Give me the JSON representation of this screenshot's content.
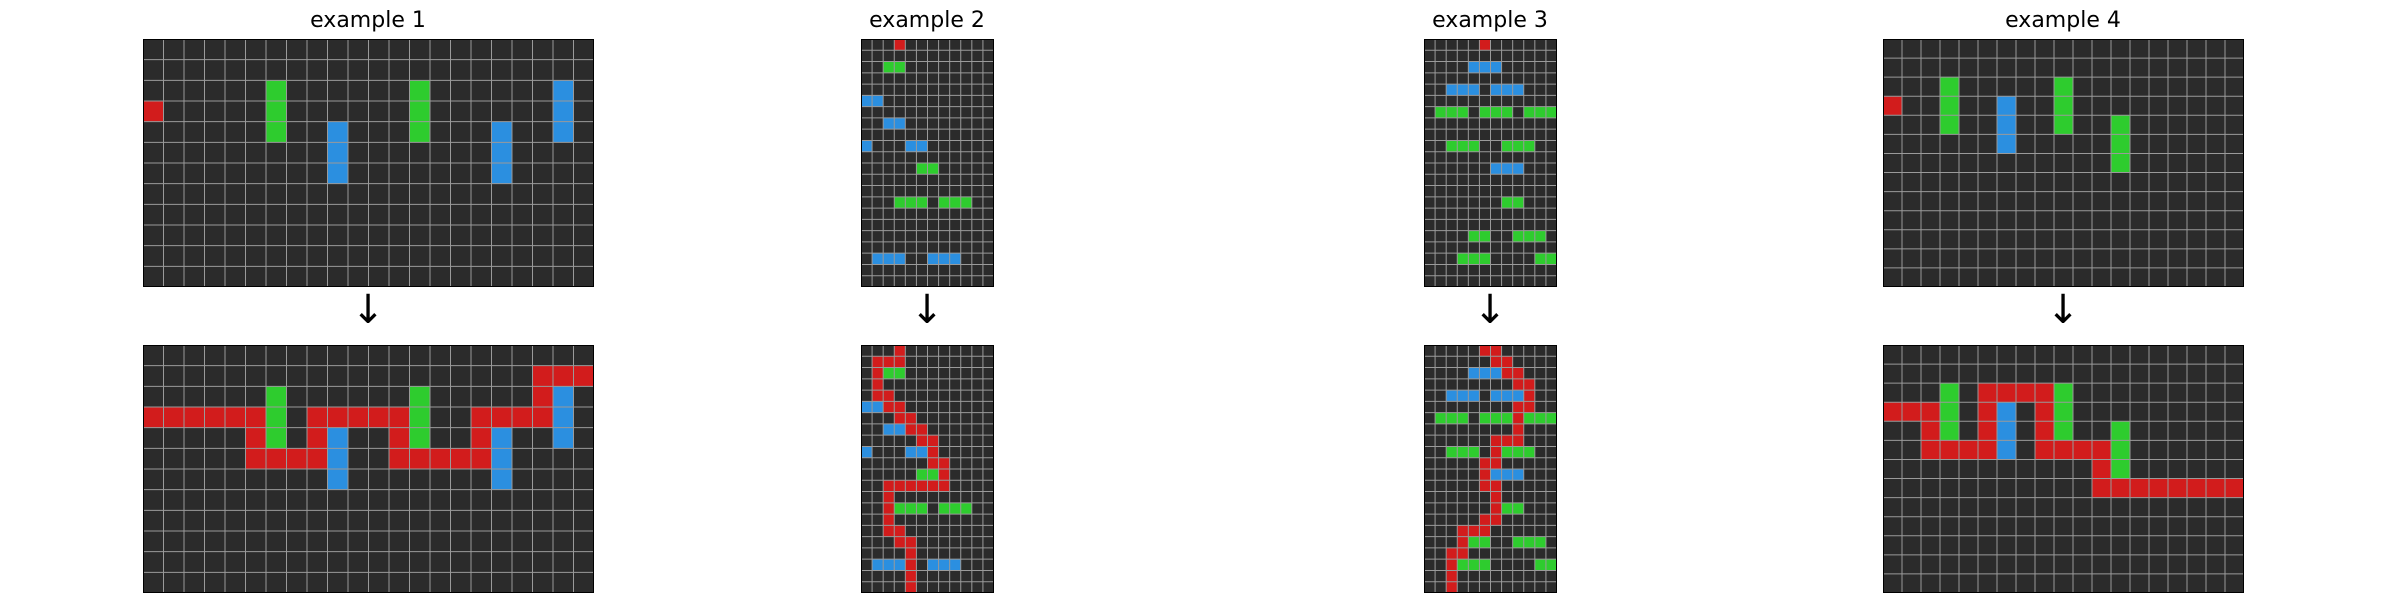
{
  "colors": {
    "background": "#2b2b2b",
    "grid_line": "#9a9a9a",
    "border": "#000000",
    "red": "#d21c1c",
    "green": "#2ecc2e",
    "blue": "#2b8fe0"
  },
  "arrow_glyph": "↓",
  "examples": [
    {
      "title": "example 1",
      "input": {
        "cols": 22,
        "rows": 12,
        "red": [
          [
            0,
            3
          ]
        ],
        "green": [
          [
            6,
            2
          ],
          [
            6,
            3
          ],
          [
            6,
            4
          ],
          [
            13,
            2
          ],
          [
            13,
            3
          ],
          [
            13,
            4
          ]
        ],
        "blue": [
          [
            9,
            4
          ],
          [
            9,
            5
          ],
          [
            9,
            6
          ],
          [
            17,
            4
          ],
          [
            17,
            5
          ],
          [
            17,
            6
          ],
          [
            20,
            2
          ],
          [
            20,
            3
          ],
          [
            20,
            4
          ]
        ]
      },
      "output": {
        "cols": 22,
        "rows": 12,
        "red": [
          [
            0,
            3
          ],
          [
            1,
            3
          ],
          [
            2,
            3
          ],
          [
            3,
            3
          ],
          [
            4,
            3
          ],
          [
            5,
            3
          ],
          [
            5,
            4
          ],
          [
            5,
            5
          ],
          [
            6,
            5
          ],
          [
            7,
            5
          ],
          [
            8,
            5
          ],
          [
            8,
            4
          ],
          [
            8,
            3
          ],
          [
            9,
            3
          ],
          [
            10,
            3
          ],
          [
            11,
            3
          ],
          [
            12,
            3
          ],
          [
            12,
            4
          ],
          [
            12,
            5
          ],
          [
            13,
            5
          ],
          [
            14,
            5
          ],
          [
            15,
            5
          ],
          [
            16,
            5
          ],
          [
            16,
            4
          ],
          [
            16,
            3
          ],
          [
            17,
            3
          ],
          [
            18,
            3
          ],
          [
            19,
            3
          ],
          [
            19,
            2
          ],
          [
            19,
            1
          ],
          [
            20,
            1
          ],
          [
            21,
            1
          ]
        ],
        "green": [
          [
            6,
            2
          ],
          [
            6,
            3
          ],
          [
            6,
            4
          ],
          [
            13,
            2
          ],
          [
            13,
            3
          ],
          [
            13,
            4
          ]
        ],
        "blue": [
          [
            9,
            4
          ],
          [
            9,
            5
          ],
          [
            9,
            6
          ],
          [
            17,
            4
          ],
          [
            17,
            5
          ],
          [
            17,
            6
          ],
          [
            20,
            2
          ],
          [
            20,
            3
          ],
          [
            20,
            4
          ]
        ]
      }
    },
    {
      "title": "example 2",
      "input": {
        "cols": 12,
        "rows": 22,
        "red": [
          [
            3,
            0
          ]
        ],
        "green": [
          [
            2,
            2
          ],
          [
            3,
            2
          ],
          [
            5,
            11
          ],
          [
            6,
            11
          ],
          [
            3,
            14
          ],
          [
            4,
            14
          ],
          [
            5,
            14
          ],
          [
            7,
            14
          ],
          [
            8,
            14
          ],
          [
            9,
            14
          ]
        ],
        "blue": [
          [
            0,
            5
          ],
          [
            1,
            5
          ],
          [
            2,
            7
          ],
          [
            3,
            7
          ],
          [
            0,
            9
          ],
          [
            4,
            9
          ],
          [
            5,
            9
          ],
          [
            1,
            19
          ],
          [
            2,
            19
          ],
          [
            3,
            19
          ],
          [
            6,
            19
          ],
          [
            7,
            19
          ],
          [
            8,
            19
          ]
        ]
      },
      "output": {
        "cols": 12,
        "rows": 22,
        "red": [
          [
            3,
            0
          ],
          [
            3,
            1
          ],
          [
            2,
            1
          ],
          [
            1,
            1
          ],
          [
            1,
            2
          ],
          [
            1,
            3
          ],
          [
            1,
            4
          ],
          [
            2,
            4
          ],
          [
            2,
            5
          ],
          [
            3,
            5
          ],
          [
            3,
            6
          ],
          [
            4,
            6
          ],
          [
            4,
            7
          ],
          [
            5,
            7
          ],
          [
            5,
            8
          ],
          [
            6,
            8
          ],
          [
            6,
            9
          ],
          [
            6,
            10
          ],
          [
            7,
            10
          ],
          [
            7,
            11
          ],
          [
            7,
            12
          ],
          [
            6,
            12
          ],
          [
            5,
            12
          ],
          [
            4,
            12
          ],
          [
            3,
            12
          ],
          [
            2,
            12
          ],
          [
            2,
            13
          ],
          [
            2,
            14
          ],
          [
            2,
            15
          ],
          [
            2,
            16
          ],
          [
            3,
            16
          ],
          [
            3,
            17
          ],
          [
            4,
            17
          ],
          [
            4,
            18
          ],
          [
            4,
            19
          ],
          [
            4,
            20
          ],
          [
            4,
            21
          ]
        ],
        "green": [
          [
            2,
            2
          ],
          [
            3,
            2
          ],
          [
            5,
            11
          ],
          [
            6,
            11
          ],
          [
            3,
            14
          ],
          [
            4,
            14
          ],
          [
            5,
            14
          ],
          [
            7,
            14
          ],
          [
            8,
            14
          ],
          [
            9,
            14
          ]
        ],
        "blue": [
          [
            0,
            5
          ],
          [
            1,
            5
          ],
          [
            2,
            7
          ],
          [
            3,
            7
          ],
          [
            0,
            9
          ],
          [
            4,
            9
          ],
          [
            5,
            9
          ],
          [
            1,
            19
          ],
          [
            2,
            19
          ],
          [
            3,
            19
          ],
          [
            6,
            19
          ],
          [
            7,
            19
          ],
          [
            8,
            19
          ]
        ]
      }
    },
    {
      "title": "example 3",
      "input": {
        "cols": 12,
        "rows": 22,
        "red": [
          [
            5,
            0
          ]
        ],
        "green": [
          [
            1,
            6
          ],
          [
            2,
            6
          ],
          [
            3,
            6
          ],
          [
            5,
            6
          ],
          [
            6,
            6
          ],
          [
            7,
            6
          ],
          [
            9,
            6
          ],
          [
            10,
            6
          ],
          [
            11,
            6
          ],
          [
            2,
            9
          ],
          [
            3,
            9
          ],
          [
            4,
            9
          ],
          [
            7,
            9
          ],
          [
            8,
            9
          ],
          [
            9,
            9
          ],
          [
            7,
            14
          ],
          [
            8,
            14
          ],
          [
            4,
            17
          ],
          [
            5,
            17
          ],
          [
            8,
            17
          ],
          [
            9,
            17
          ],
          [
            10,
            17
          ],
          [
            3,
            19
          ],
          [
            4,
            19
          ],
          [
            5,
            19
          ],
          [
            10,
            19
          ],
          [
            11,
            19
          ]
        ],
        "blue": [
          [
            4,
            2
          ],
          [
            5,
            2
          ],
          [
            6,
            2
          ],
          [
            2,
            4
          ],
          [
            3,
            4
          ],
          [
            4,
            4
          ],
          [
            6,
            4
          ],
          [
            7,
            4
          ],
          [
            8,
            4
          ],
          [
            6,
            11
          ],
          [
            7,
            11
          ],
          [
            8,
            11
          ]
        ]
      },
      "output": {
        "cols": 12,
        "rows": 22,
        "red": [
          [
            5,
            0
          ],
          [
            6,
            0
          ],
          [
            6,
            1
          ],
          [
            7,
            1
          ],
          [
            7,
            2
          ],
          [
            8,
            2
          ],
          [
            8,
            3
          ],
          [
            9,
            3
          ],
          [
            9,
            4
          ],
          [
            9,
            5
          ],
          [
            8,
            5
          ],
          [
            8,
            6
          ],
          [
            8,
            7
          ],
          [
            8,
            8
          ],
          [
            7,
            8
          ],
          [
            6,
            8
          ],
          [
            6,
            9
          ],
          [
            6,
            10
          ],
          [
            5,
            10
          ],
          [
            5,
            11
          ],
          [
            5,
            12
          ],
          [
            6,
            12
          ],
          [
            6,
            13
          ],
          [
            6,
            14
          ],
          [
            6,
            15
          ],
          [
            5,
            15
          ],
          [
            5,
            16
          ],
          [
            4,
            16
          ],
          [
            3,
            16
          ],
          [
            3,
            17
          ],
          [
            3,
            18
          ],
          [
            2,
            18
          ],
          [
            2,
            19
          ],
          [
            2,
            20
          ],
          [
            2,
            21
          ]
        ],
        "green": [
          [
            1,
            6
          ],
          [
            2,
            6
          ],
          [
            3,
            6
          ],
          [
            5,
            6
          ],
          [
            6,
            6
          ],
          [
            7,
            6
          ],
          [
            9,
            6
          ],
          [
            10,
            6
          ],
          [
            11,
            6
          ],
          [
            2,
            9
          ],
          [
            3,
            9
          ],
          [
            4,
            9
          ],
          [
            7,
            9
          ],
          [
            8,
            9
          ],
          [
            9,
            9
          ],
          [
            7,
            14
          ],
          [
            8,
            14
          ],
          [
            4,
            17
          ],
          [
            5,
            17
          ],
          [
            8,
            17
          ],
          [
            9,
            17
          ],
          [
            10,
            17
          ],
          [
            3,
            19
          ],
          [
            4,
            19
          ],
          [
            5,
            19
          ],
          [
            10,
            19
          ],
          [
            11,
            19
          ]
        ],
        "blue": [
          [
            4,
            2
          ],
          [
            5,
            2
          ],
          [
            6,
            2
          ],
          [
            2,
            4
          ],
          [
            3,
            4
          ],
          [
            4,
            4
          ],
          [
            6,
            4
          ],
          [
            7,
            4
          ],
          [
            8,
            4
          ],
          [
            6,
            11
          ],
          [
            7,
            11
          ],
          [
            8,
            11
          ]
        ]
      }
    },
    {
      "title": "example 4",
      "input": {
        "cols": 19,
        "rows": 13,
        "red": [
          [
            0,
            3
          ]
        ],
        "green": [
          [
            3,
            2
          ],
          [
            3,
            3
          ],
          [
            3,
            4
          ],
          [
            9,
            2
          ],
          [
            9,
            3
          ],
          [
            9,
            4
          ],
          [
            12,
            4
          ],
          [
            12,
            5
          ],
          [
            12,
            6
          ]
        ],
        "blue": [
          [
            6,
            3
          ],
          [
            6,
            4
          ],
          [
            6,
            5
          ]
        ]
      },
      "output": {
        "cols": 19,
        "rows": 13,
        "red": [
          [
            0,
            3
          ],
          [
            1,
            3
          ],
          [
            2,
            3
          ],
          [
            2,
            4
          ],
          [
            2,
            5
          ],
          [
            3,
            5
          ],
          [
            4,
            5
          ],
          [
            5,
            5
          ],
          [
            5,
            4
          ],
          [
            5,
            3
          ],
          [
            5,
            2
          ],
          [
            6,
            2
          ],
          [
            7,
            2
          ],
          [
            8,
            2
          ],
          [
            8,
            3
          ],
          [
            8,
            4
          ],
          [
            8,
            5
          ],
          [
            9,
            5
          ],
          [
            10,
            5
          ],
          [
            11,
            5
          ],
          [
            11,
            6
          ],
          [
            11,
            7
          ],
          [
            12,
            7
          ],
          [
            13,
            7
          ],
          [
            14,
            7
          ],
          [
            15,
            7
          ],
          [
            16,
            7
          ],
          [
            17,
            7
          ],
          [
            18,
            7
          ]
        ],
        "green": [
          [
            3,
            2
          ],
          [
            3,
            3
          ],
          [
            3,
            4
          ],
          [
            9,
            2
          ],
          [
            9,
            3
          ],
          [
            9,
            4
          ],
          [
            12,
            4
          ],
          [
            12,
            5
          ],
          [
            12,
            6
          ]
        ],
        "blue": [
          [
            6,
            3
          ],
          [
            6,
            4
          ],
          [
            6,
            5
          ]
        ]
      }
    }
  ]
}
